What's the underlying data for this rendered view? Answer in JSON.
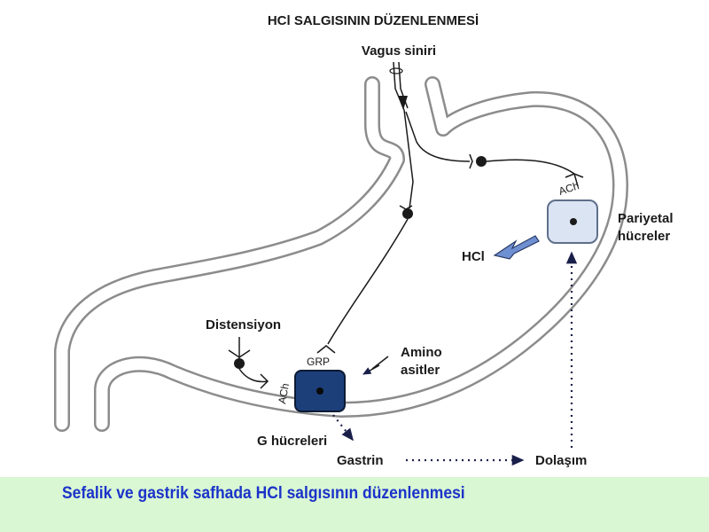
{
  "title": "HCl SALGISININ DÜZENLENMESİ",
  "labels": {
    "vagus": "Vagus siniri",
    "ach_top": "ACh",
    "pariyetal_line1": "Pariyetal",
    "pariyetal_line2": "hücreler",
    "hcl": "HCl",
    "distensiyon": "Distensiyon",
    "grp": "GRP",
    "amino_line1": "Amino",
    "amino_line2": "asitler",
    "ach_bottom": "ACh",
    "g_cells": "G hücreleri",
    "gastrin": "Gastrin",
    "dolasim": "Dolaşım"
  },
  "caption": "Sefalik ve gastrik safhada HCl salgısının düzenlenmesi",
  "colors": {
    "stomach_wall": "#8c8c8c",
    "parietal_cell": "#dbe4f3",
    "g_cell": "#1c3f7a",
    "arrow_blue": "#6e8fd1",
    "caption_bg": "#d9f7d2",
    "caption_text": "#1b33c9"
  }
}
